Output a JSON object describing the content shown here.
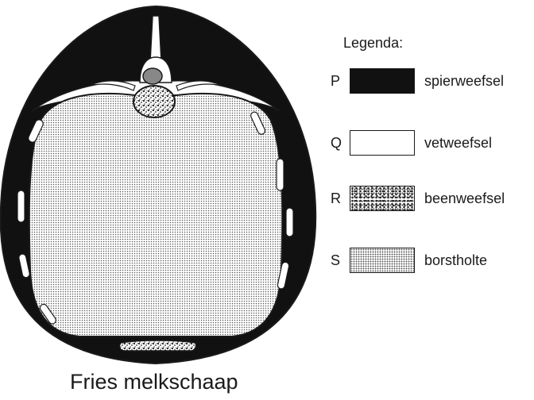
{
  "caption": "Fries melkschaap",
  "legend": {
    "title": "Legenda:",
    "items": [
      {
        "letter": "P",
        "label": "spierweefsel",
        "pattern": "solid-black"
      },
      {
        "letter": "Q",
        "label": "vetweefsel",
        "pattern": "white"
      },
      {
        "letter": "R",
        "label": "beenweefsel",
        "pattern": "coarse-speckle"
      },
      {
        "letter": "S",
        "label": "borstholte",
        "pattern": "fine-dots"
      }
    ]
  },
  "colors": {
    "ink": "#1a1a1a",
    "muscle": "#111111",
    "spinal_cord": "#888888"
  }
}
